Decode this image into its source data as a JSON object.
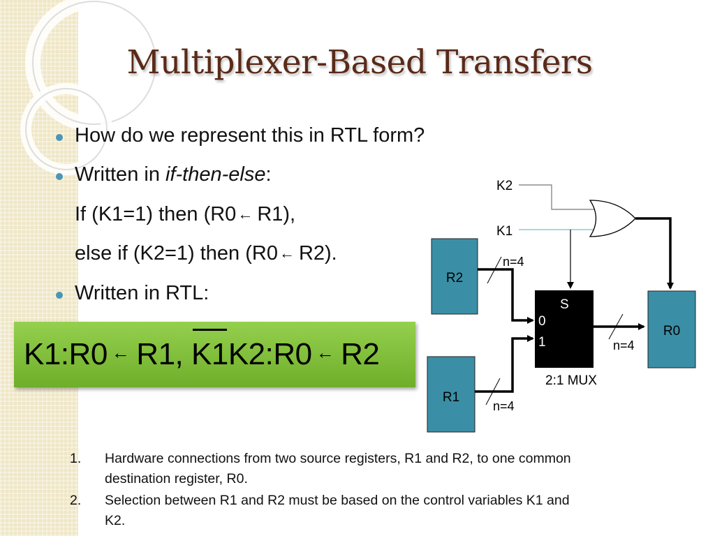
{
  "title": "Multiplexer-Based Transfers",
  "bullets": {
    "b1": "How do we represent this in RTL form?",
    "b2_prefix": "Written in ",
    "b2_italic": "if-then-else",
    "b2_suffix": ":",
    "line3_a": "If (K1=1) then  (R0",
    "line3_b": "R1),",
    "line4_a": "else if (K2=1) then (R0",
    "line4_b": "R2).",
    "b3": "Written in RTL:"
  },
  "rtl": {
    "part1": "K1:R0",
    "part2": "R1, ",
    "k1_bar": "K1",
    "part3": "K2:R0",
    "part4": "R2"
  },
  "arrow_symbol": "←",
  "diagram": {
    "k2": "K2",
    "k1": "K1",
    "r2": "R2",
    "r1": "R1",
    "r0": "R0",
    "mux_s": "S",
    "mux_0": "0",
    "mux_1": "1",
    "mux_label": "2:1 MUX",
    "n_top": "n=4",
    "n_right": "n=4",
    "n_bottom": "n=4"
  },
  "notes": [
    {
      "num": "1.",
      "line1": "Hardware connections from two source registers, R1 and R2, to one common",
      "line2": "destination register, R0."
    },
    {
      "num": "2.",
      "line1": "Selection between R1 and R2 must be based on the control variables K1 and",
      "line2": "K2."
    }
  ],
  "colors": {
    "title": "#5a2a18",
    "bullet": "#4a96b8",
    "register_fill": "#3a8fa6",
    "rtl_box": "#7fbf36",
    "mux_fill": "#000000"
  }
}
